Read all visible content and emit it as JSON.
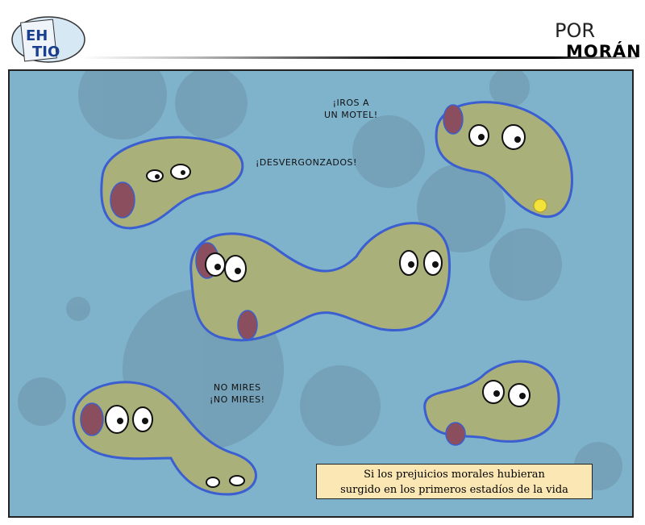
{
  "header": {
    "logo_text": [
      "EH",
      "TIO"
    ],
    "by_label": "POR",
    "author": "MORÁN"
  },
  "panel": {
    "speech": [
      {
        "lines": [
          "¡IROS A",
          "UN MOTEL!"
        ]
      },
      {
        "lines": [
          "¡DESVERGONZADOS!"
        ]
      },
      {
        "lines": [
          "NO MIRES",
          "¡NO MIRES!"
        ]
      }
    ],
    "caption": [
      "Si los prejuicios morales hubieran",
      "surgido en los primeros estadíos de la vida"
    ]
  },
  "colors": {
    "background": "#7fb3cc",
    "cell_fill": "#a9b07a",
    "membrane": "#3b5fd0",
    "caption_bg": "#fbe7b4"
  }
}
